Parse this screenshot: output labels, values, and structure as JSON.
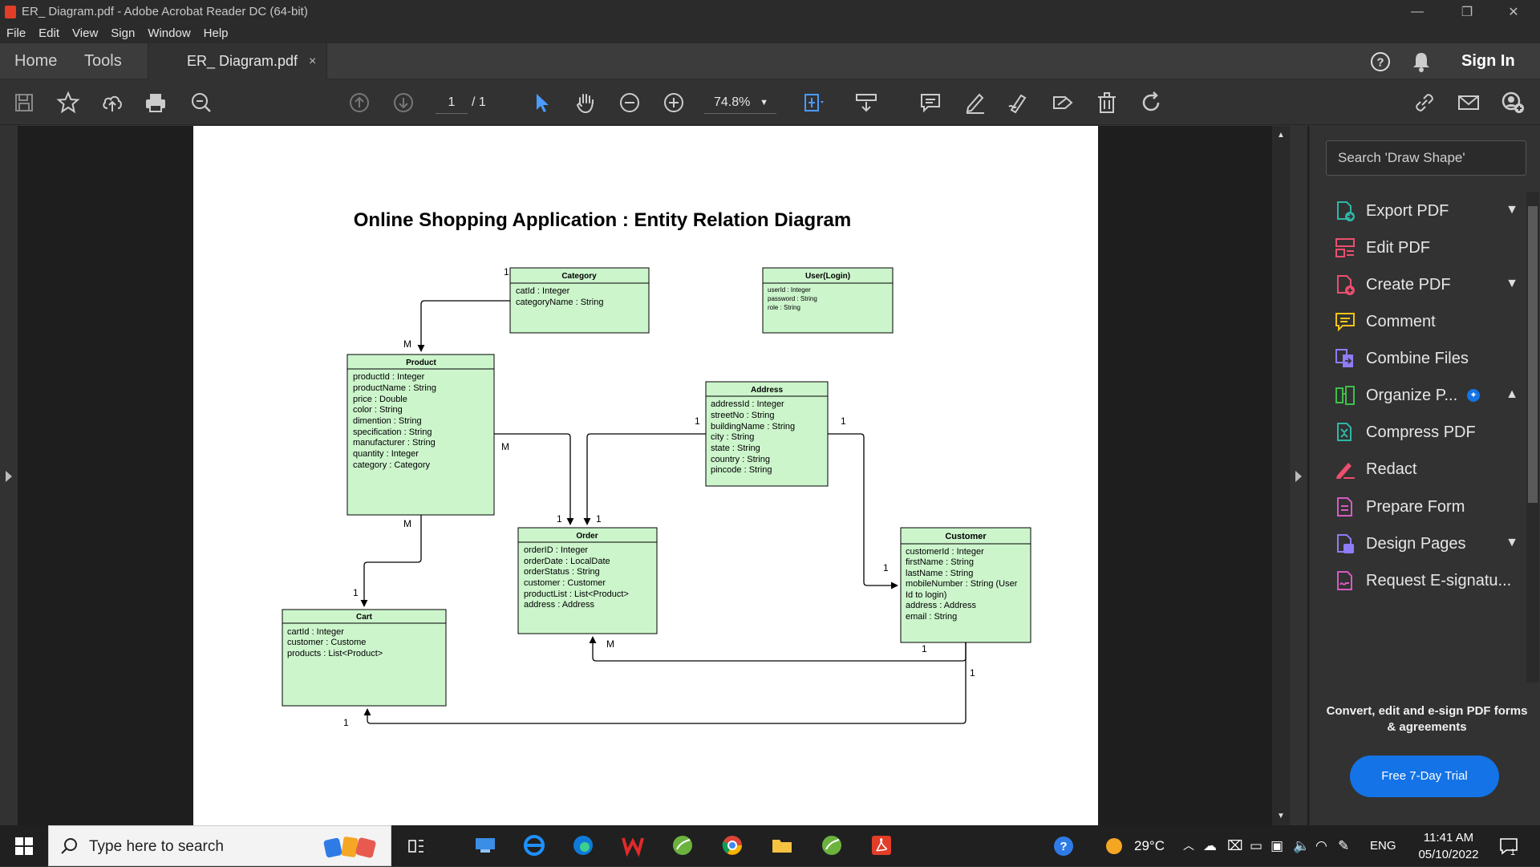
{
  "window": {
    "title": "ER_ Diagram.pdf - Adobe Acrobat Reader DC (64-bit)",
    "minimize": "—",
    "restore": "❐",
    "close": "✕"
  },
  "menu": [
    "File",
    "Edit",
    "View",
    "Sign",
    "Window",
    "Help"
  ],
  "tabs": {
    "home": "Home",
    "tools": "Tools",
    "document": "ER_ Diagram.pdf",
    "close": "×",
    "sign_in": "Sign In"
  },
  "toolbar": {
    "page_current": "1",
    "page_total": "/ 1",
    "zoom": "74.8%"
  },
  "diagram": {
    "title": "Online Shopping Application : Entity Relation Diagram",
    "entities": {
      "category": {
        "name": "Category",
        "fields": [
          "catId : Integer",
          "categoryName : String"
        ]
      },
      "user": {
        "name": "User(Login)",
        "fields": [
          "userId : Integer",
          "password : String",
          "role : String"
        ]
      },
      "product": {
        "name": "Product",
        "fields": [
          "productId : Integer",
          "productName : String",
          "price : Double",
          "color : String",
          "dimention : String",
          "specification : String",
          "manufacturer : String",
          "quantity : Integer",
          "category : Category"
        ]
      },
      "address": {
        "name": "Address",
        "fields": [
          "addressId : Integer",
          "streetNo : String",
          "buildingName : String",
          "city : String",
          "state : String",
          "country : String",
          "pincode : String"
        ]
      },
      "order": {
        "name": "Order",
        "fields": [
          "orderID : Integer",
          "orderDate : LocalDate",
          "orderStatus : String",
          "customer : Customer",
          "productList : List<Product>",
          "address : Address"
        ]
      },
      "customer": {
        "name": "Customer",
        "fields": [
          "customerId : Integer",
          "firstName : String",
          "lastName : String",
          "mobileNumber : String (User",
          "Id to login)",
          "address : Address",
          "email : String"
        ]
      },
      "cart": {
        "name": "Cart",
        "fields": [
          "cartId : Integer",
          "customer : Custome",
          "products : List<Product>"
        ]
      }
    },
    "cardinality": {
      "one": "1",
      "many": "M"
    }
  },
  "right_panel": {
    "search_placeholder": "Search 'Draw Shape'",
    "items": [
      "Export PDF",
      "Edit PDF",
      "Create PDF",
      "Comment",
      "Combine Files",
      "Organize P...",
      "Compress PDF",
      "Redact",
      "Prepare Form",
      "Design Pages",
      "Request E-signatu..."
    ],
    "promo": "Convert, edit and e-sign PDF forms & agreements",
    "trial_button": "Free 7-Day Trial"
  },
  "taskbar": {
    "search_placeholder": "Type here to search",
    "temperature": "29°C",
    "language": "ENG",
    "time": "11:41 AM",
    "date": "05/10/2022",
    "notifications": "1"
  },
  "colors": {
    "entity_fill": "#ccf5cc",
    "accent_blue": "#1473e6",
    "acrobat_red": "#e23d28",
    "selected_tool": "#4a9cff"
  }
}
